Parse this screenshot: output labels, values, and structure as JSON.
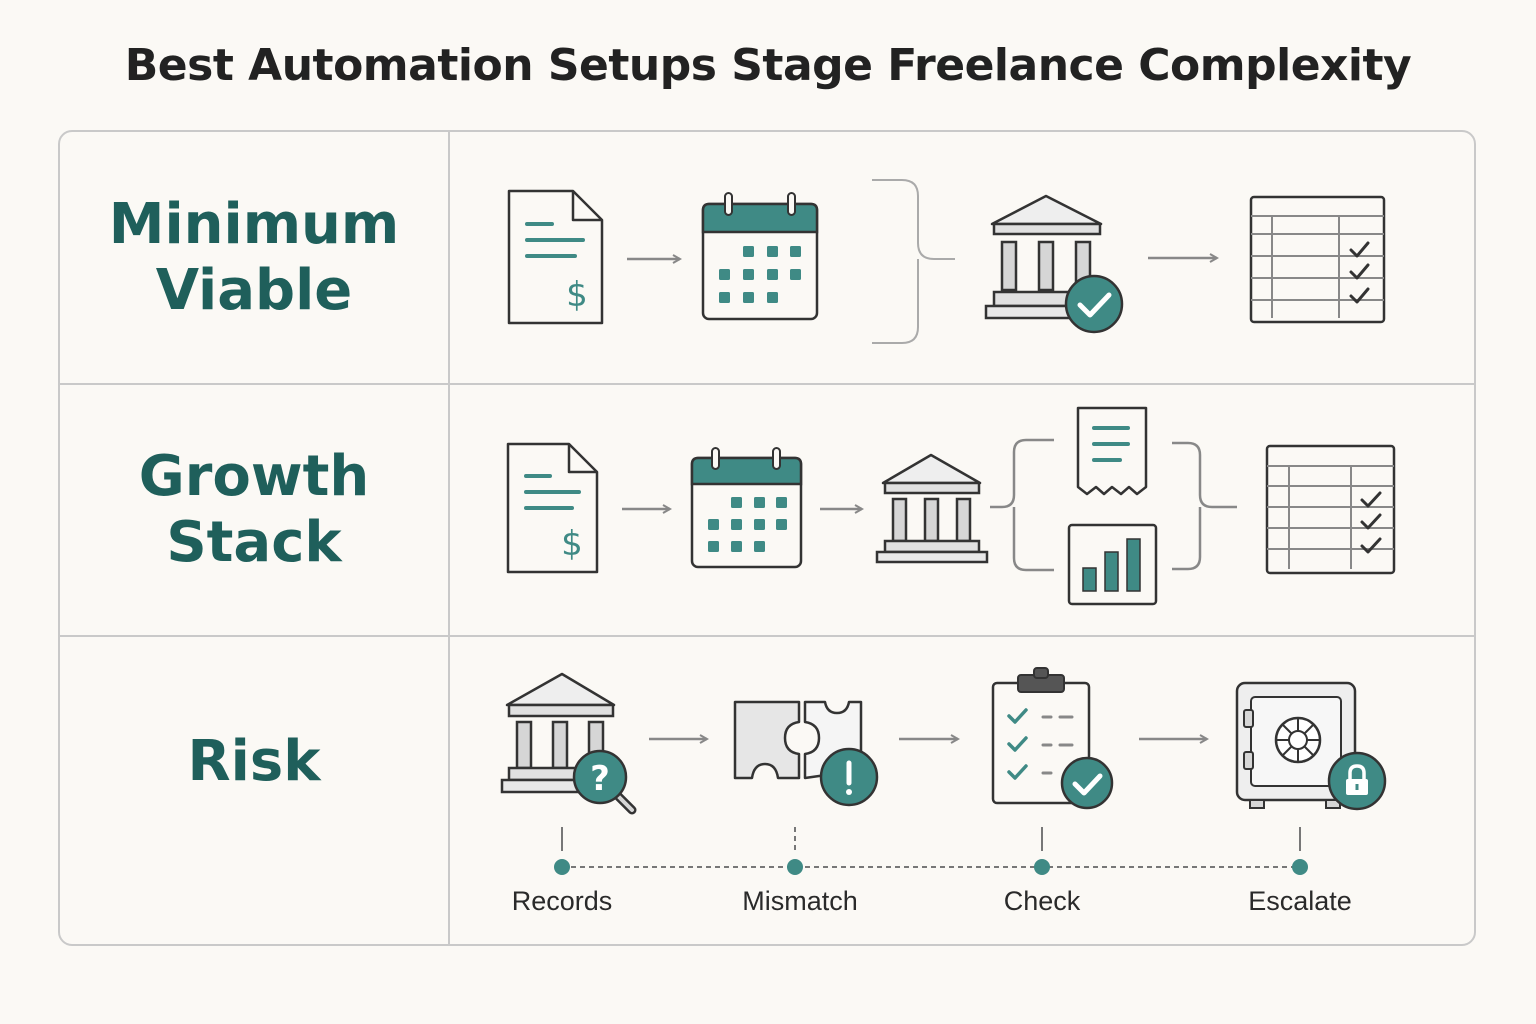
{
  "title": "Best Automation Setups Stage Freelance Complexity",
  "colors": {
    "accent": "#3f8a85",
    "label_text": "#1f5f5b",
    "line": "#333333",
    "border": "#c9c9c9",
    "muted": "#888888",
    "background": "#fbf9f5"
  },
  "rows": [
    {
      "label_line1": "Minimum",
      "label_line2": "Viable",
      "icons": [
        "invoice-icon",
        "calendar-icon",
        "bank-icon",
        "check-badge-icon",
        "spreadsheet-checklist-icon"
      ]
    },
    {
      "label_line1": "Growth",
      "label_line2": "Stack",
      "icons": [
        "invoice-icon",
        "calendar-icon",
        "bank-icon",
        "receipt-icon",
        "bar-chart-icon",
        "spreadsheet-checklist-icon"
      ]
    },
    {
      "label_line1": "Risk",
      "icons": [
        "bank-icon",
        "question-badge-icon",
        "magnifier-icon",
        "puzzle-icon",
        "alert-badge-icon",
        "clipboard-checklist-icon",
        "check-badge-icon",
        "safe-icon",
        "lock-badge-icon"
      ]
    }
  ],
  "timeline": {
    "steps": [
      "Records",
      "Mismatch",
      "Check",
      "Escalate"
    ]
  }
}
